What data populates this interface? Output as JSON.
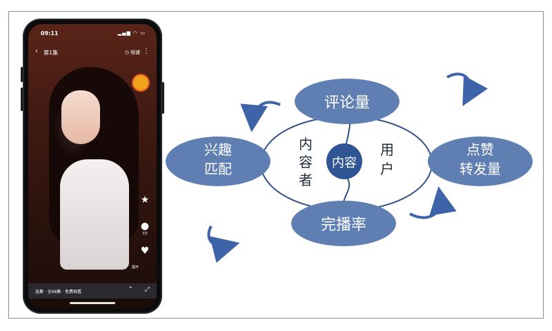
{
  "phone": {
    "status_time": "09:11",
    "status_icons": "",
    "episode_title": "第1集",
    "speed_label": "倍速",
    "rail_counts": [
      "",
      "3万",
      ""
    ],
    "caption_tag": "",
    "caption_title": "",
    "caption_desc": "",
    "unfold_label": "展开",
    "bottom_bar_text": "选集 · 全68集 · 免费观看"
  },
  "diagram": {
    "center_label": "内容",
    "left_inner_label": [
      "内",
      "容",
      "者"
    ],
    "right_inner_label": [
      "用",
      "户"
    ],
    "top_node": "评论量",
    "bottom_node": "完播率",
    "left_node": [
      "兴趣",
      "匹配"
    ],
    "right_node": [
      "点赞",
      "转发量"
    ],
    "colors": {
      "node_fill": "#5f7fb2",
      "center_fill": "#2f5594",
      "ring_stroke": "#2f4f85",
      "arrow": "#3f63a8"
    }
  }
}
